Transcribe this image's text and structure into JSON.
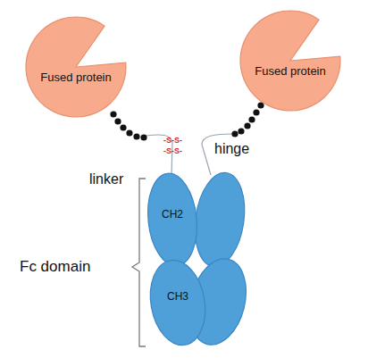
{
  "diagram": {
    "nodes": [
      {
        "text": [
          "Fused protein"
        ]
      },
      {
        "text": [
          "Fused protein"
        ]
      },
      {
        "text": [
          "CH2"
        ]
      },
      {
        "text": [
          "CH3"
        ]
      }
    ],
    "labels": [
      "linker",
      "hinge",
      "Fc domain",
      "-S-S-",
      "-S-S-"
    ]
  }
}
